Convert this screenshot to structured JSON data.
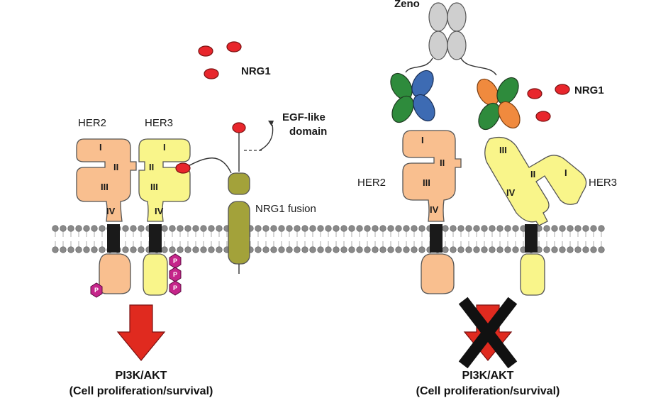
{
  "labels": {
    "zeno": "Zeno",
    "nrg1_left": "NRG1",
    "nrg1_right": "NRG1",
    "her2_left": "HER2",
    "her3_left": "HER3",
    "her2_right": "HER2",
    "her3_right": "HER3",
    "egf_line1": "EGF-like",
    "egf_line2": "domain",
    "nrg1_fusion": "NRG1 fusion",
    "phospho": "P"
  },
  "domains": {
    "d1": "I",
    "d2": "II",
    "d3": "III",
    "d4": "IV"
  },
  "captions": {
    "left_line1": "PI3K/AKT",
    "left_line2": "(Cell proliferation/survival)",
    "right_line1": "PI3K/AKT",
    "right_line2": "(Cell proliferation/survival)"
  },
  "colors": {
    "her2": "#f9bf8f",
    "her3": "#f9f58a",
    "nrg1": "#e8262c",
    "fusion": "#a3a23a",
    "membrane": "#888888",
    "tm": "#1a1a1a",
    "phospho": "#c5258a",
    "arrow": "#e02a1f",
    "zeno_fab": "#cfcfcf",
    "green": "#2e8b3c",
    "blue": "#3d6bb3",
    "orange": "#f08a3e"
  }
}
